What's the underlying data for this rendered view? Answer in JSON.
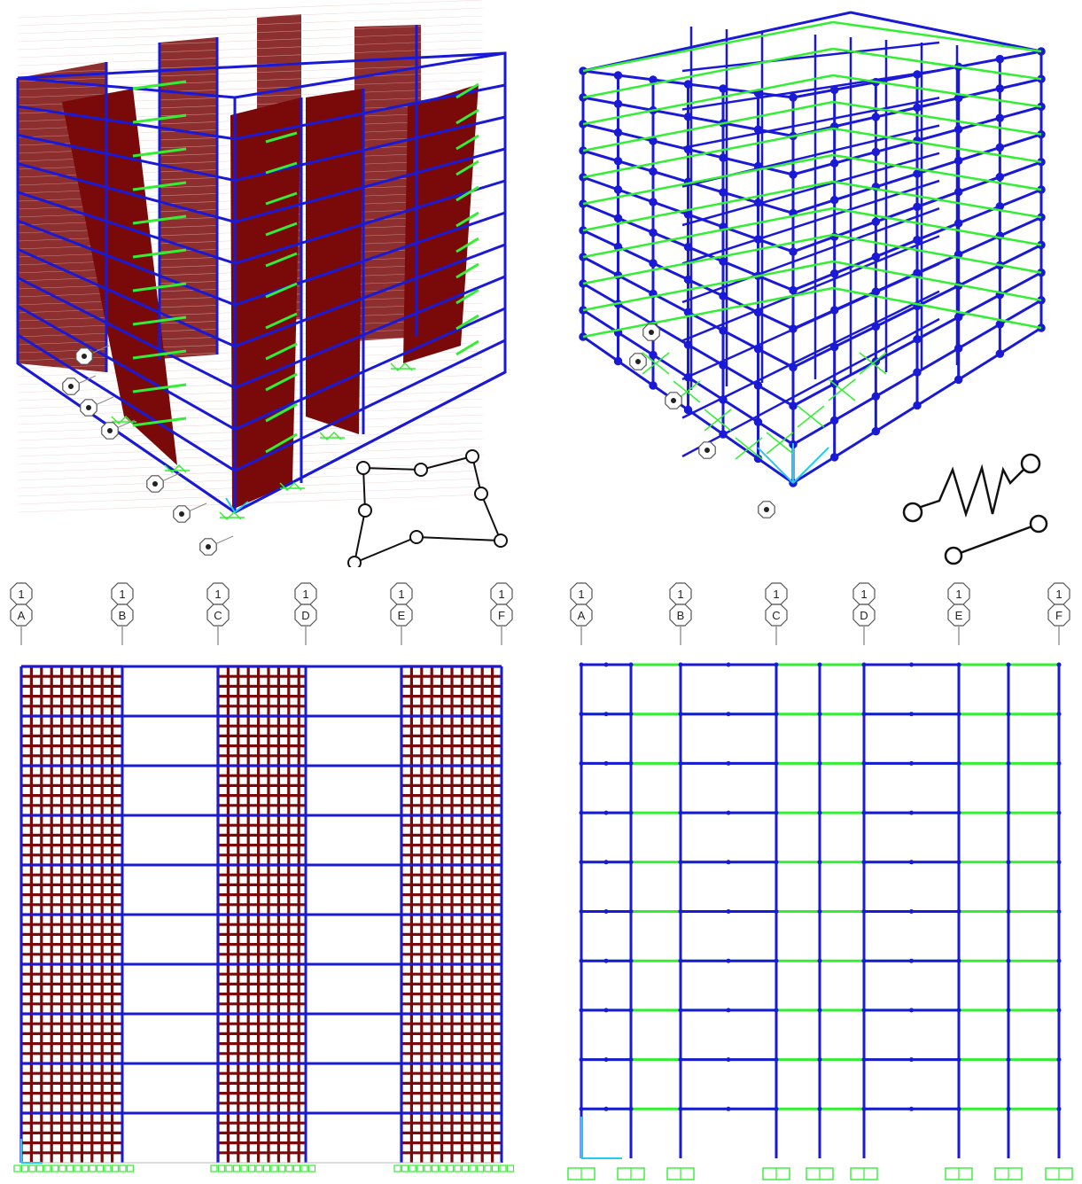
{
  "colors": {
    "frame": "#1a1ad6",
    "wall": "#7a0a0a",
    "link": "#33ee33",
    "grid": "#9a9a9a",
    "axis": "#22ccee",
    "bubble_stroke": "#555555"
  },
  "panels": {
    "top_left": {
      "name": "3d-wall-model",
      "icons": [
        "polygon-shell-icon"
      ]
    },
    "top_right": {
      "name": "3d-spring-model",
      "icons": [
        "spring-link-icon",
        "bar-link-icon"
      ]
    }
  },
  "elevation": {
    "axes": [
      {
        "row": "1",
        "col": "A"
      },
      {
        "row": "1",
        "col": "B"
      },
      {
        "row": "1",
        "col": "C"
      },
      {
        "row": "1",
        "col": "D"
      },
      {
        "row": "1",
        "col": "E"
      },
      {
        "row": "1",
        "col": "F"
      }
    ],
    "stories": 10,
    "wall_bays": [
      "A-B",
      "C-D",
      "E-F"
    ]
  }
}
